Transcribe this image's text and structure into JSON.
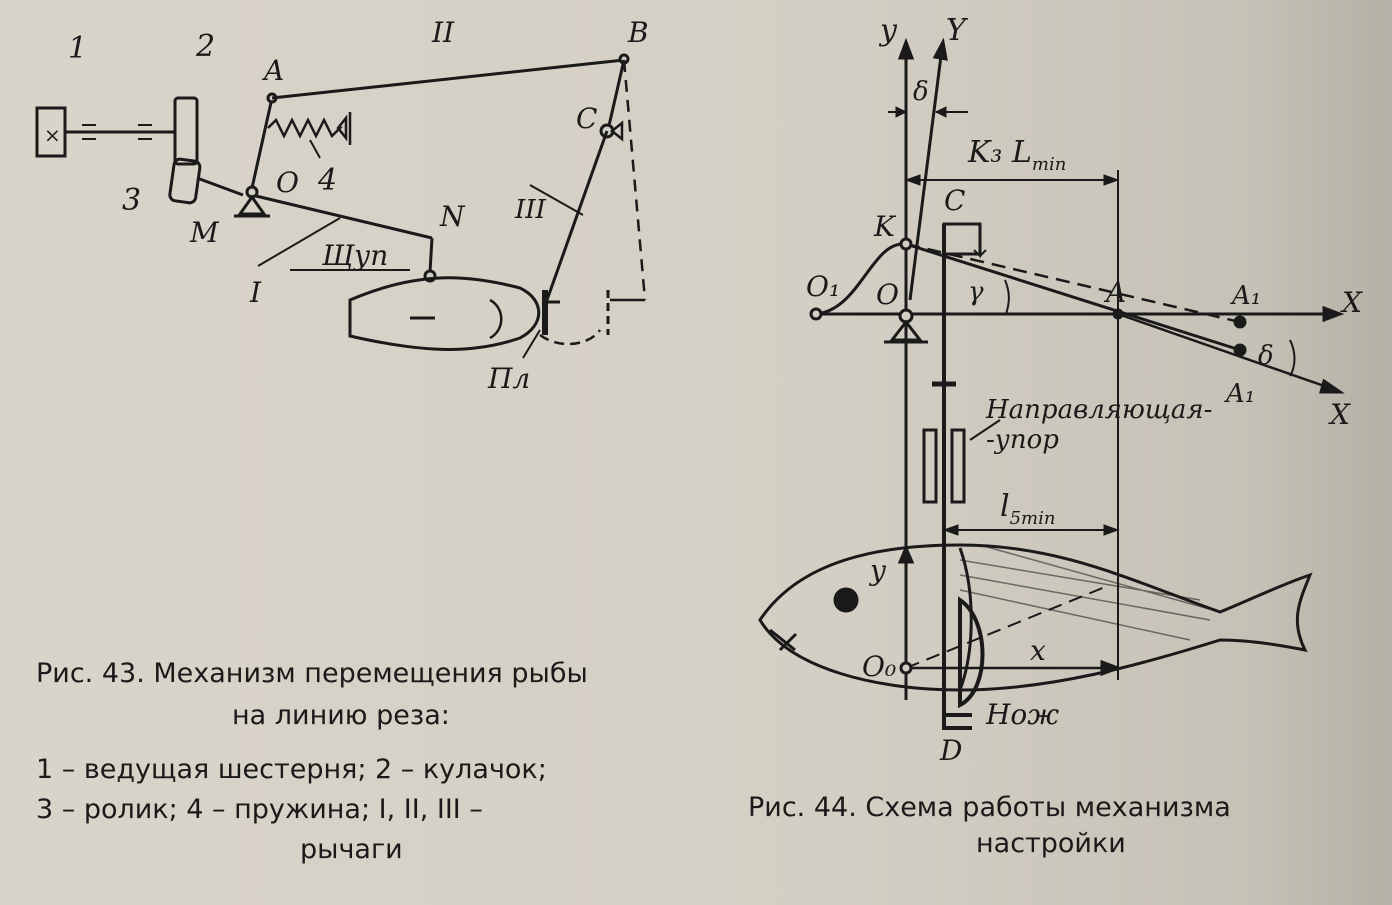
{
  "fig43": {
    "labels": {
      "n1": "1",
      "n2": "2",
      "n3": "3",
      "n4": "4",
      "r2": "II",
      "r3": "III",
      "r1": "I",
      "A": "A",
      "B": "B",
      "C": "C",
      "O": "O",
      "M": "M",
      "N": "N",
      "probe": "Щуп",
      "plate": "Пл"
    },
    "caption_line1": "Рис. 43. Механизм перемещения рыбы",
    "caption_line2": "на линию реза:",
    "legend_line1": "1 – ведущая  шестерня;  2 – кулачок;",
    "legend_line2": "3 – ролик;  4 – пружина;  I,  II,  III –",
    "legend_line3": "рычаги"
  },
  "fig44": {
    "labels": {
      "y_small": "y",
      "Y_big": "Y",
      "delta_top": "δ",
      "dimension_top": "K₃ L",
      "dimension_top_sub": "min",
      "C": "C",
      "K": "K",
      "O1": "O₁",
      "O": "O",
      "gamma": "γ",
      "A": "A",
      "A1_top": "A₁",
      "A1_bottom": "A₁",
      "delta_right": "δ",
      "X_top": "X",
      "X_bottom": "X",
      "guide_line1": "Направляющая-",
      "guide_line2": "-упор",
      "dimension_bottom": "l",
      "dimension_bottom_sub": "5min",
      "y_fish": "y",
      "x_fish": "x",
      "O0": "O₀",
      "knife": "Нож",
      "D": "D"
    },
    "caption_line1": "Рис.   44.   Схема   работы   механизма",
    "caption_line2": "настройки"
  }
}
